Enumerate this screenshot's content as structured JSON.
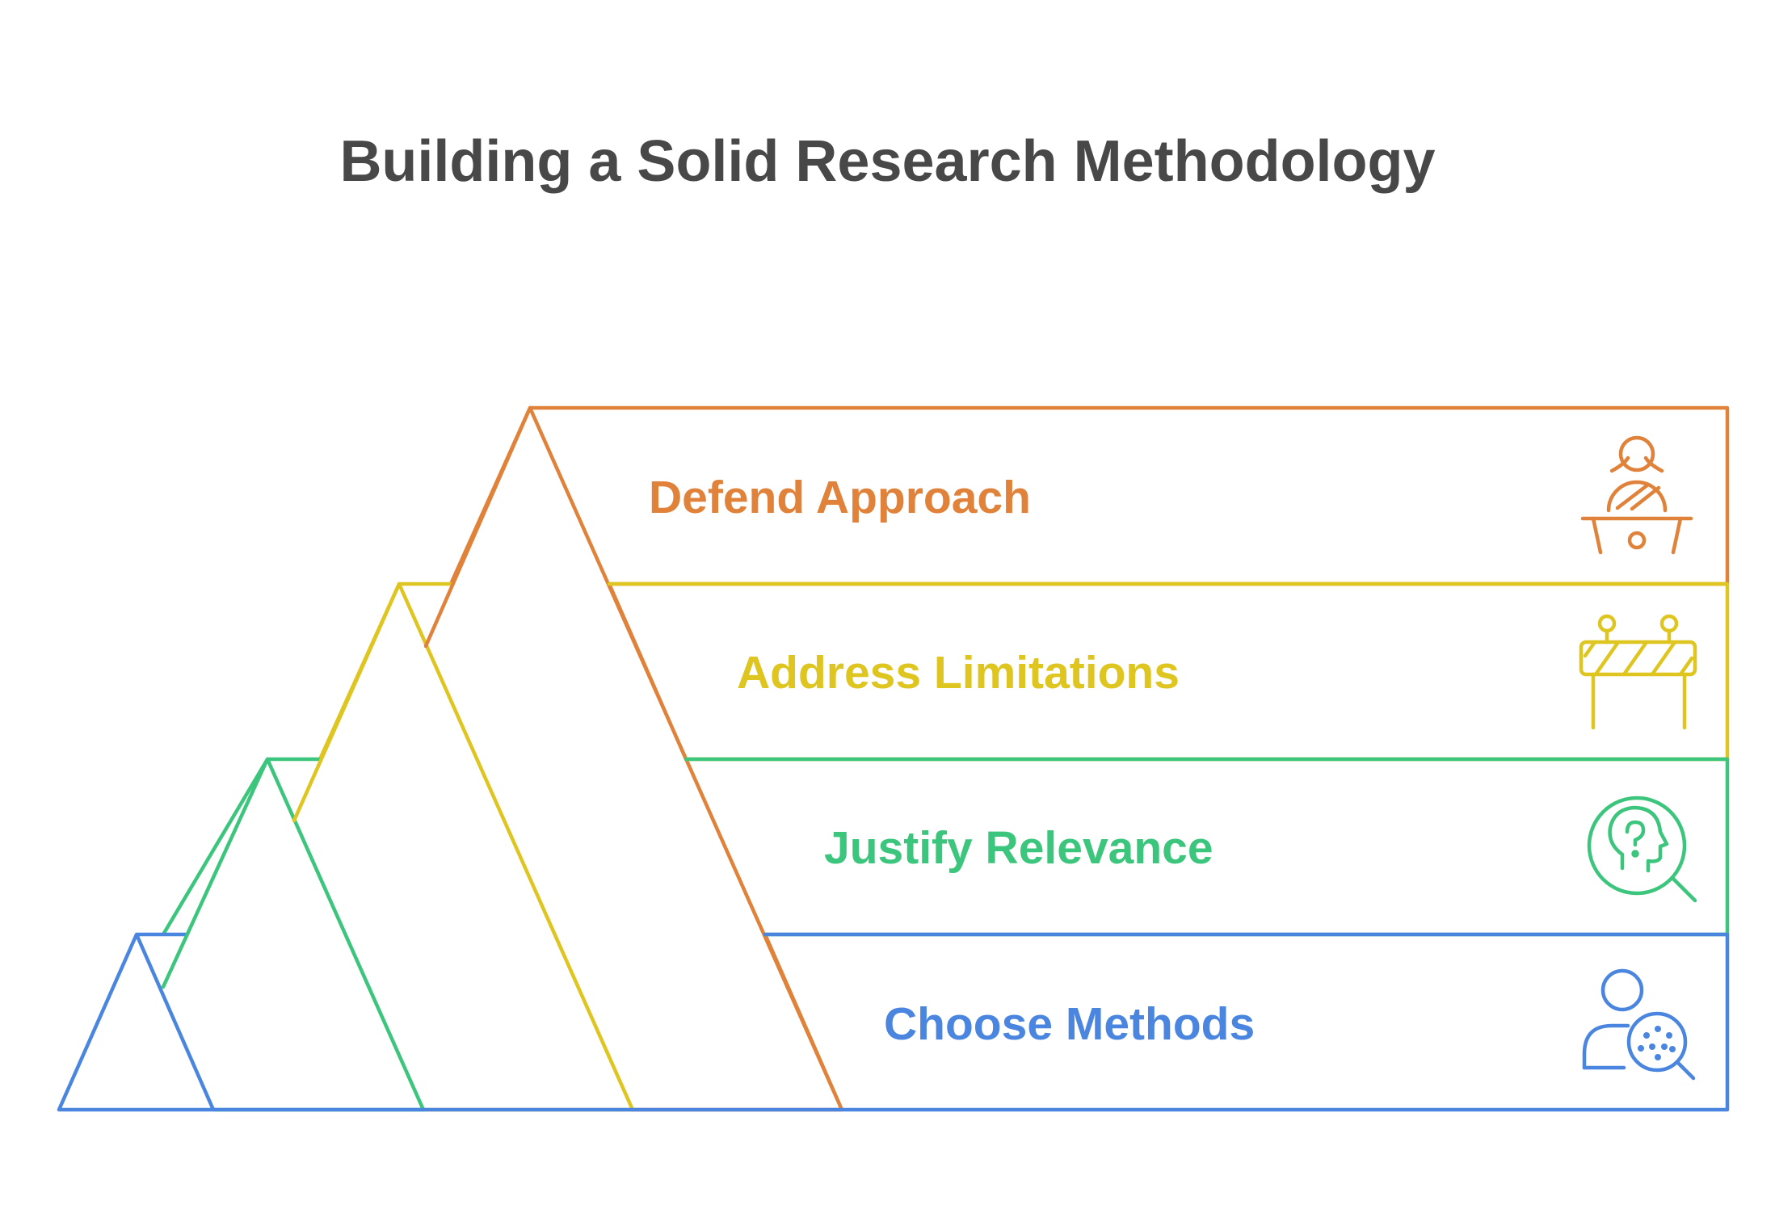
{
  "title": "Building a Solid Research Methodology",
  "colors": {
    "title": "#484848",
    "defend": "#e0823a",
    "address": "#dfc520",
    "justify": "#3cc57c",
    "choose": "#4a86df"
  },
  "steps": [
    {
      "label": "Defend Approach",
      "icon": "presenter-podium-icon",
      "color": "#e0823a"
    },
    {
      "label": "Address Limitations",
      "icon": "barrier-icon",
      "color": "#dfc520"
    },
    {
      "label": "Justify Relevance",
      "icon": "head-question-search-icon",
      "color": "#3cc57c"
    },
    {
      "label": "Choose Methods",
      "icon": "user-search-icon",
      "color": "#4a86df"
    }
  ]
}
